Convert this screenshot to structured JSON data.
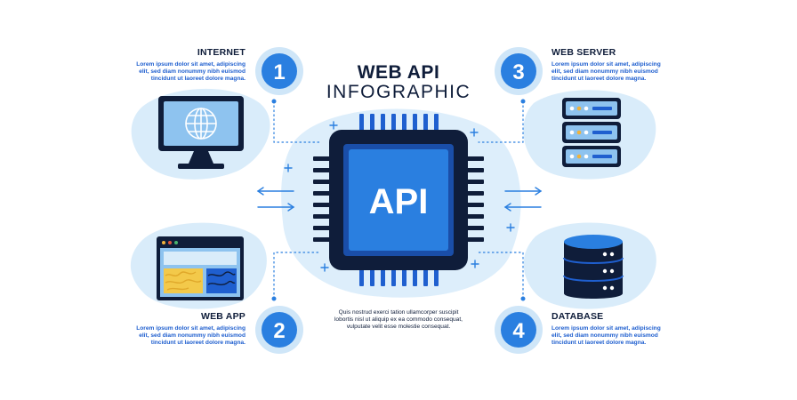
{
  "title": {
    "line1": "WEB API",
    "line2": "INFOGRAPHIC"
  },
  "chip_label": "API",
  "center_text": {
    "line1": "Quis nostrud exerci tation ullamcorper suscipit",
    "line2": "lobortis nisl ut aliquip ex ea commodo consequat,",
    "line3": "vulputate velit esse molestie consequat."
  },
  "steps": [
    {
      "number": "1",
      "heading": "INTERNET",
      "line1": "Lorem ipsum dolor sit amet, adipiscing",
      "line2": "elit, sed diam nonummy nibh euismod",
      "line3": "tincidunt ut laoreet dolore magna."
    },
    {
      "number": "2",
      "heading": "WEB APP",
      "line1": "Lorem ipsum dolor sit amet, adipiscing",
      "line2": "elit, sed diam nonummy nibh euismod",
      "line3": "tincidunt ut laoreet dolore magna."
    },
    {
      "number": "3",
      "heading": "WEB SERVER",
      "line1": "Lorem ipsum dolor sit amet, adipiscing",
      "line2": "elit, sed diam nonummy nibh euismod",
      "line3": "tincidunt ut laoreet dolore magna."
    },
    {
      "number": "4",
      "heading": "DATABASE",
      "line1": "Lorem ipsum dolor sit amet, adipiscing",
      "line2": "elit, sed diam nonummy nibh euismod",
      "line3": "tincidunt ut laoreet dolore magna."
    }
  ],
  "icons": {
    "internet": "monitor-globe-icon",
    "web_app": "browser-window-icon",
    "web_server": "server-rack-icon",
    "database": "database-stack-icon"
  },
  "colors": {
    "navy": "#0f1d3a",
    "blue": "#1f5fcf",
    "bright_blue": "#2a7fe0",
    "light_blue": "#cfe6f8",
    "pale_blue": "#e3f1fb"
  }
}
